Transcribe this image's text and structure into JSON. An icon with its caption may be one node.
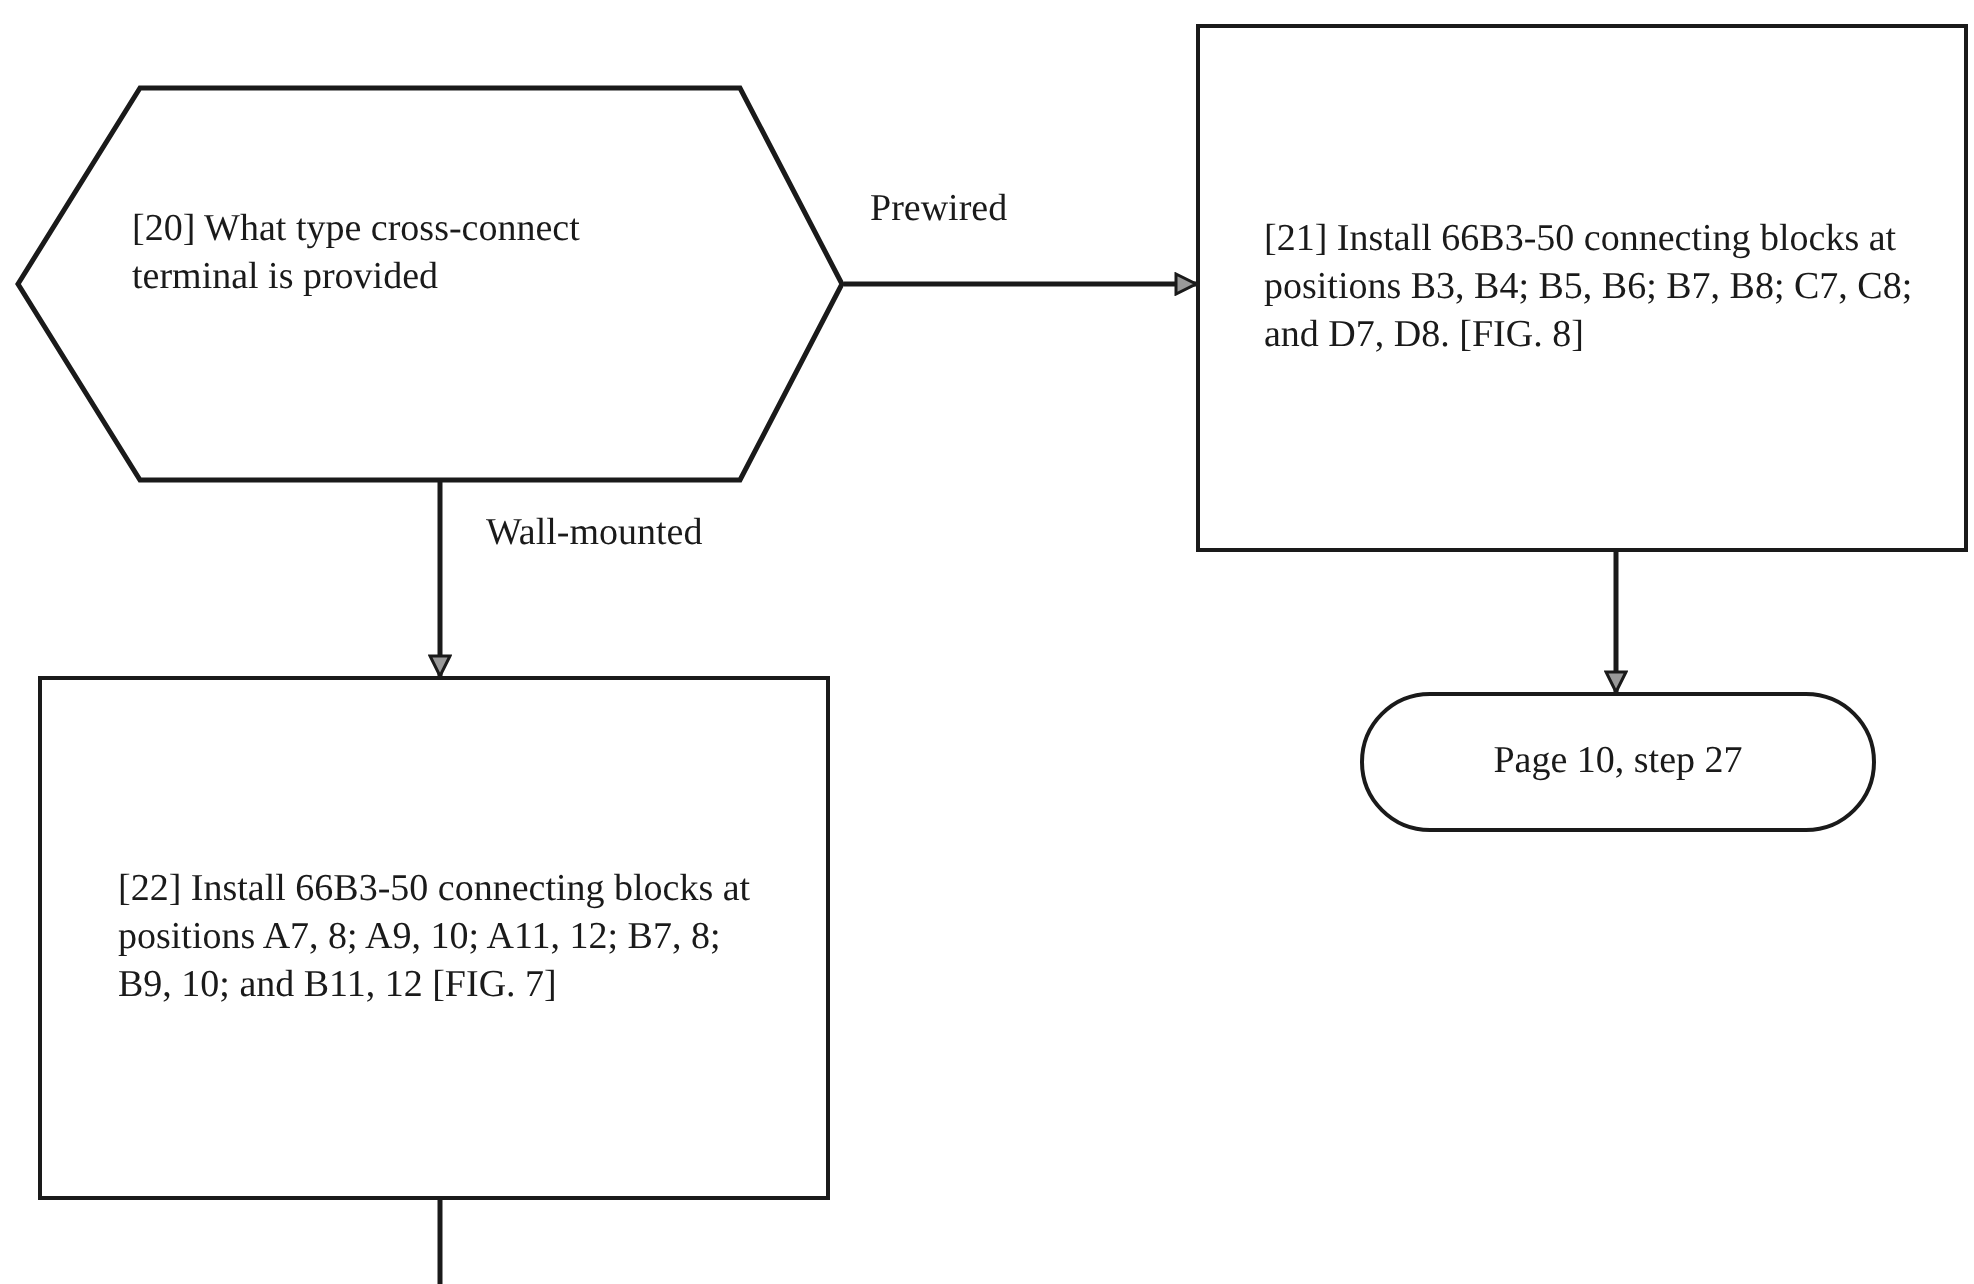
{
  "diagram": {
    "nodes": [
      {
        "text": [
          "[20] What type cross-connect terminal is provided"
        ]
      },
      {
        "text": [
          "[21] Install 66B3-50 connecting blocks at positions B3, B4; B5, B6; B7, B8; C7, C8; and D7, D8. [FIG. 8]"
        ]
      },
      {
        "text": [
          "[22] Install 66B3-50 connecting blocks at positions A7, 8; A9, 10; A11, 12; B7, 8; B9, 10; and B11, 12 [FIG. 7]"
        ]
      },
      {
        "text": [
          "Page 10, step 27"
        ]
      }
    ],
    "edges": [
      {
        "from": 0,
        "to": 1,
        "arrow": "to",
        "label": "Prewired"
      },
      {
        "from": 0,
        "to": 2,
        "arrow": "to",
        "label": "Wall-mounted"
      },
      {
        "from": 1,
        "to": 3,
        "arrow": "to"
      },
      {
        "from": 2,
        "to": null,
        "arrow": "none"
      }
    ]
  }
}
